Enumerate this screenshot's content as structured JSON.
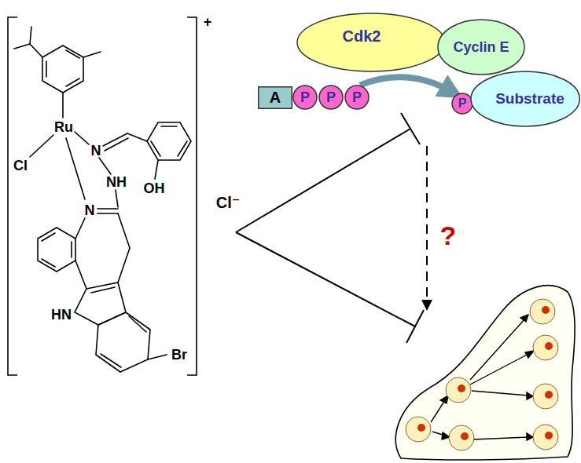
{
  "diagram": {
    "nodes": [
      {
        "text": [
          "Cdk2"
        ]
      },
      {
        "text": [
          "Cyclin E"
        ]
      },
      {
        "text": [
          "A"
        ]
      },
      {
        "text": [
          "P"
        ]
      },
      {
        "text": [
          "P"
        ]
      },
      {
        "text": [
          "P"
        ]
      },
      {
        "text": [
          "P"
        ]
      },
      {
        "text": [
          "Substrate"
        ]
      }
    ],
    "edges": [
      {
        "from": 5,
        "to": 6,
        "arrow": "to"
      }
    ],
    "labels": [
      "+",
      "Ru",
      "Cl",
      "N",
      "NH",
      "OH",
      "N",
      "HN",
      "Br",
      "Cl⁻",
      "?"
    ]
  }
}
